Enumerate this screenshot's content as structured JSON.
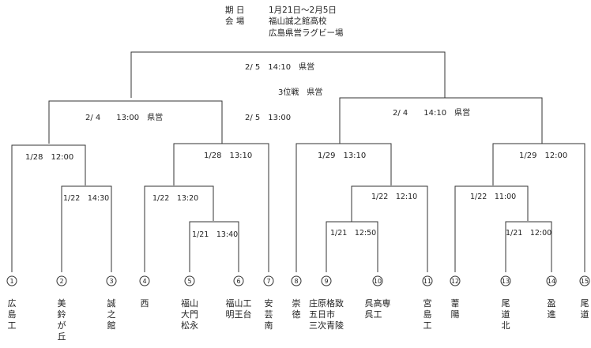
{
  "header": {
    "period_label": "期 日",
    "period_value": "1月21日～2月5日",
    "venue_label": "会 場",
    "venue_1": "福山誠之館高校",
    "venue_2": "広島県営ラグビー場"
  },
  "matches": {
    "final": "2/ 5　14:10　県営",
    "third_place": "3位戦　県営",
    "third_place_time": "2/ 5　13:00",
    "semi_left": "2/ 4　　13:00　県営",
    "semi_right": "2/ 4　　14:10　県営",
    "qf_1": "1/28　12:00",
    "qf_2": "1/28　13:10",
    "qf_3": "1/29　13:10",
    "qf_4": "1/29　12:00",
    "r1_1": "1/22　14:30",
    "r1_2": "1/22　13:20",
    "r1_3": "1/21　13:40",
    "r1_4": "1/22　12:10",
    "r1_5": "1/21　12:50",
    "r1_6": "1/22　11:00",
    "r1_7": "1/21　12:00"
  },
  "teams": [
    {
      "num": "1",
      "name": "広島工"
    },
    {
      "num": "2",
      "name": "美鈴が丘"
    },
    {
      "num": "3",
      "name": "誠之館"
    },
    {
      "num": "4",
      "name": "西"
    },
    {
      "num": "5",
      "name": "福大松|山門永"
    },
    {
      "num": "6",
      "name": "福明|山王|工台"
    },
    {
      "num": "7",
      "name": "安芸南"
    },
    {
      "num": "8",
      "name": "崇徳"
    },
    {
      "num": "9",
      "name": "庄五三|原日次|格市青|致　陵"
    },
    {
      "num": "10",
      "name": "呉呉|高工|専"
    },
    {
      "num": "11",
      "name": "宮島工"
    },
    {
      "num": "12",
      "name": "葦陽"
    },
    {
      "num": "13",
      "name": "尾道北"
    },
    {
      "num": "14",
      "name": "盈進"
    },
    {
      "num": "15",
      "name": "尾道"
    }
  ]
}
